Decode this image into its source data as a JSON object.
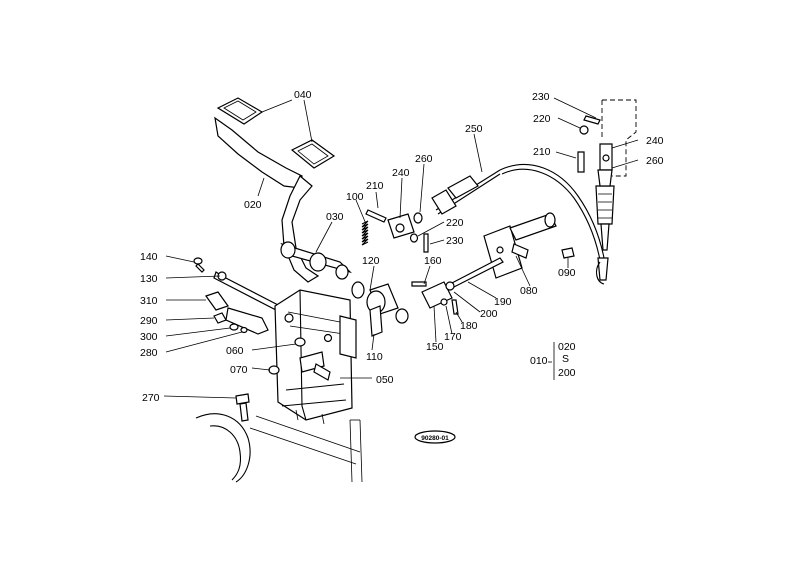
{
  "diagram": {
    "labels": {
      "p040": "040",
      "p020": "020",
      "p250": "250",
      "p230a": "230",
      "p220a": "220",
      "p240a": "240",
      "p210a": "210",
      "p260a": "260",
      "p260b": "260",
      "p210b": "210",
      "p240b": "240",
      "p100": "100",
      "p030": "030",
      "p220b": "220",
      "p230b": "230",
      "p140": "140",
      "p130": "130",
      "p310": "310",
      "p290": "290",
      "p300": "300",
      "p280": "280",
      "p120": "120",
      "p160": "160",
      "p080": "080",
      "p090": "090",
      "p190": "190",
      "p200": "200",
      "p180": "180",
      "p170": "170",
      "p150": "150",
      "p110": "110",
      "p060": "060",
      "p070": "070",
      "p050": "050",
      "p270": "270",
      "g010": "010",
      "g020": "020",
      "gsym": "S",
      "g200": "200"
    },
    "plate_code": "90280-01"
  }
}
